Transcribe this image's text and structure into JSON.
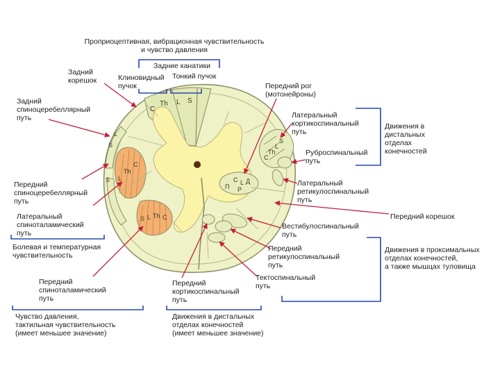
{
  "labels": {
    "top_title": "Проприоцептивная, вибрационная чувствительность\nи чувство давления",
    "dorsal_columns": "Задние канатики",
    "posterior_root": "Задний\nкорешок",
    "fasciculus_cuneatus": "Клиновидный\nпучок",
    "fasciculus_gracilis": "Тонкий пучок",
    "anterior_horn": "Передний рог\n(мотонейроны)",
    "posterior_spinocerebellar": "Задний\nспиноцеребеллярный\nпуть",
    "lateral_corticospinal": "Латеральный\nкортикоспинальный\nпуть",
    "movements_distal": "Движения в\nдистальных\nотделах\nконечностей",
    "rubrospinal": "Руброспинальный\nпуть",
    "lateral_reticulospinal": "Латеральный\nретикулоспинальный\nпуть",
    "anterior_spinocerebellar": "Передний\nспиноцеребеллярный\nпуть",
    "anterior_root": "Передний корешок",
    "lateral_spinothalamic": "Латеральный\nспиноталамический\nпуть",
    "vestibulospinal": "Вестибулоспинальный\nпуть",
    "pain_temperature": "Болевая и температурная\nчувствительность",
    "anterior_reticulospinal": "Передний\nретикулоспинальный\nпуть",
    "movements_proximal": "Движения в проксимальных\nотделах конечностей,\nа также мышцах туловища",
    "tectospinal": "Тектоспинальный\nпуть",
    "anterior_spinothalamic": "Передний\nспиноталамический\nпуть",
    "anterior_corticospinal": "Передний\nкортикоспинальный\nпуть",
    "pressure_touch": "Чувство давления,\nтактильная чувствительность\n(имеет меньшее значение)",
    "movements_distal_minor": "Движения в дистальных\nотделах конечностей\n(имеет меньшее значение)"
  },
  "tract_letters": {
    "cuneatus_C": "C",
    "cuneatus_Th": "Th",
    "gracilis_L": "L",
    "gracilis_S": "S",
    "lat_cs_S": "S",
    "lat_cs_L": "L",
    "lat_cs_Th": "Th",
    "lat_cs_C": "C",
    "ant_horn_P": "П",
    "ant_horn_C": "С",
    "ant_horn_L": "L",
    "ant_horn_D": "Д",
    "ant_horn_R": "Р",
    "spth_S": "S",
    "spth_L": "L",
    "spth_Th": "Th",
    "spth_C": "C",
    "post_sc_S": "S",
    "post_sc_L": "L",
    "ant_st_S": "S",
    "ant_st_L": "L",
    "ant_st_Th": "Th",
    "ant_st_C": "C"
  },
  "colors": {
    "cord_fill": "#eef2c6",
    "white_matter_outline": "#8d8f6a",
    "grey_matter": "#fbf3a8",
    "dorsal_column_fill": "#e2e9b4",
    "orange_tracts": "#f2b071",
    "arrow_red": "#c21f3a",
    "bracket_blue": "#2747a8",
    "central_canal": "#5a2e0e"
  }
}
